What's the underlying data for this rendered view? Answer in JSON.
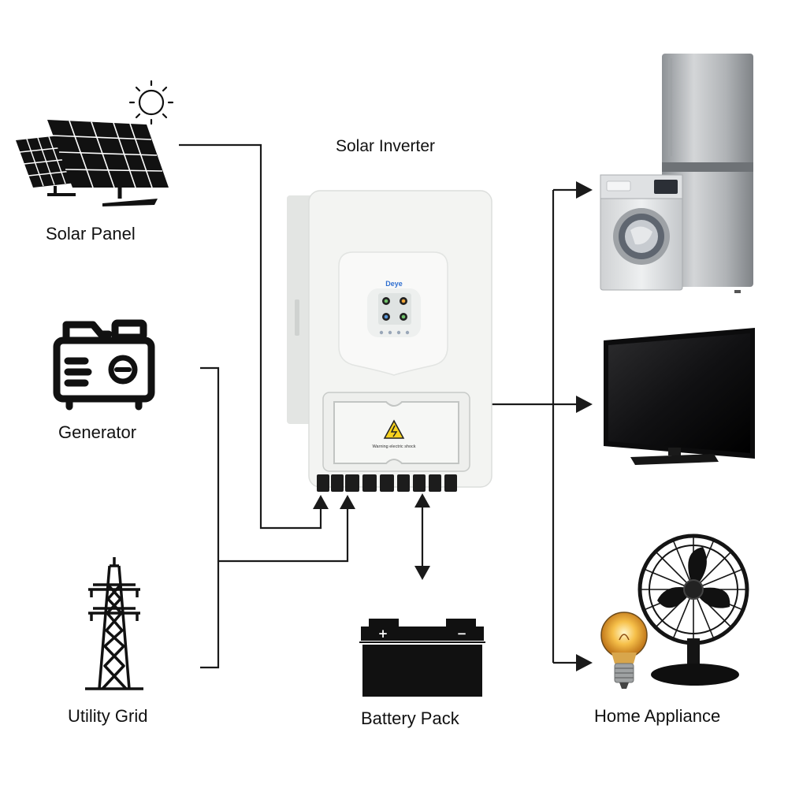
{
  "nodes": {
    "solar_panel": "Solar Panel",
    "generator": "Generator",
    "utility_grid": "Utility Grid",
    "solar_inverter": "Solar Inverter",
    "battery_pack": "Battery Pack",
    "home_appliance": "Home Appliance"
  },
  "inverter": {
    "brand": "Deye",
    "warning_text": "Warning electric shock"
  },
  "battery_terminals": {
    "positive": "+",
    "negative": "−"
  },
  "colors": {
    "line": "#1a1a1a",
    "inverter_body": "#f3f4f2",
    "warning_yellow": "#f6d21f",
    "brand_blue": "#2f6fd0",
    "appliance_silver": "#b9bcbf",
    "bulb_glow": "#f2b43a"
  },
  "icons": [
    "sun-icon",
    "solar-panel-icon",
    "generator-icon",
    "transmission-tower-icon",
    "battery-icon",
    "refrigerator-icon",
    "washing-machine-icon",
    "television-icon",
    "fan-icon",
    "light-bulb-icon"
  ]
}
